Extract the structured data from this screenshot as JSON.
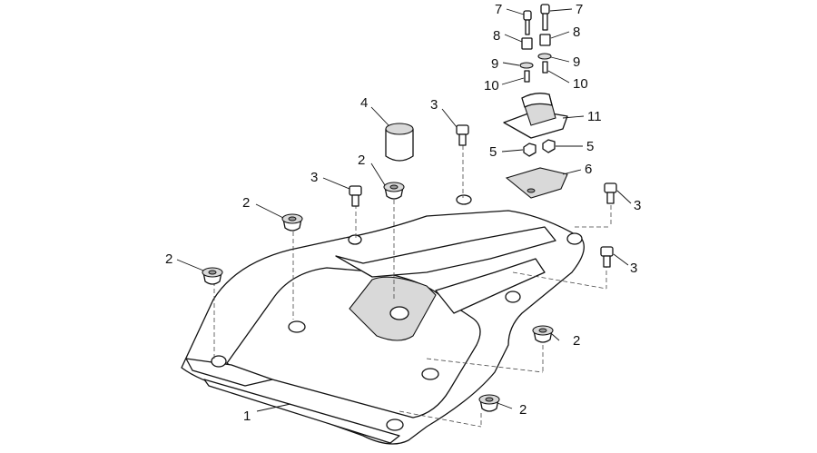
{
  "diagram": {
    "callouts": [
      {
        "id": "c1",
        "text": "1"
      },
      {
        "id": "c2a",
        "text": "2"
      },
      {
        "id": "c2b",
        "text": "2"
      },
      {
        "id": "c2c",
        "text": "2"
      },
      {
        "id": "c2d",
        "text": "2"
      },
      {
        "id": "c2e",
        "text": "2"
      },
      {
        "id": "c3a",
        "text": "3"
      },
      {
        "id": "c3b",
        "text": "3"
      },
      {
        "id": "c3c",
        "text": "3"
      },
      {
        "id": "c3d",
        "text": "3"
      },
      {
        "id": "c4",
        "text": "4"
      },
      {
        "id": "c5a",
        "text": "5"
      },
      {
        "id": "c5b",
        "text": "5"
      },
      {
        "id": "c6",
        "text": "6"
      },
      {
        "id": "c7a",
        "text": "7"
      },
      {
        "id": "c7b",
        "text": "7"
      },
      {
        "id": "c8a",
        "text": "8"
      },
      {
        "id": "c8b",
        "text": "8"
      },
      {
        "id": "c9a",
        "text": "9"
      },
      {
        "id": "c9b",
        "text": "9"
      },
      {
        "id": "c10a",
        "text": "10"
      },
      {
        "id": "c10b",
        "text": "10"
      },
      {
        "id": "c11",
        "text": "11"
      }
    ]
  }
}
